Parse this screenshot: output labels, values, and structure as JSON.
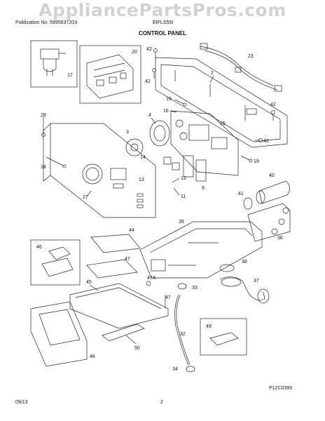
{
  "watermark": "AppliancePartsPros.com",
  "header": {
    "publication": "Publication No: 5995637203",
    "model": "EIFLS55I",
    "section_title": "CONTROL PANEL"
  },
  "callouts": {
    "c2": "2",
    "c3": "3",
    "c4": "4",
    "c9": "9",
    "c11": "11",
    "c12": "12",
    "c13": "13",
    "c14": "14",
    "c15": "15",
    "c16": "16",
    "c17": "17",
    "c18": "18",
    "c19a": "19",
    "c19b": "19",
    "c20": "20",
    "c23": "23",
    "c27": "27",
    "c28": "28",
    "c32": "32",
    "c33": "33",
    "c34": "34",
    "c36": "36",
    "c37": "37",
    "c38": "38",
    "c39": "39",
    "c40": "40",
    "c41": "41",
    "c42a": "42",
    "c42b": "42",
    "c42c": "42",
    "c42d": "42",
    "c44": "44",
    "c45": "45",
    "c46": "46",
    "c47": "47",
    "c47a": "47A",
    "c48": "48",
    "c49": "49",
    "c50": "50"
  },
  "figure_code": "P12C0395",
  "footer": {
    "date": "09/13",
    "page": "2"
  }
}
